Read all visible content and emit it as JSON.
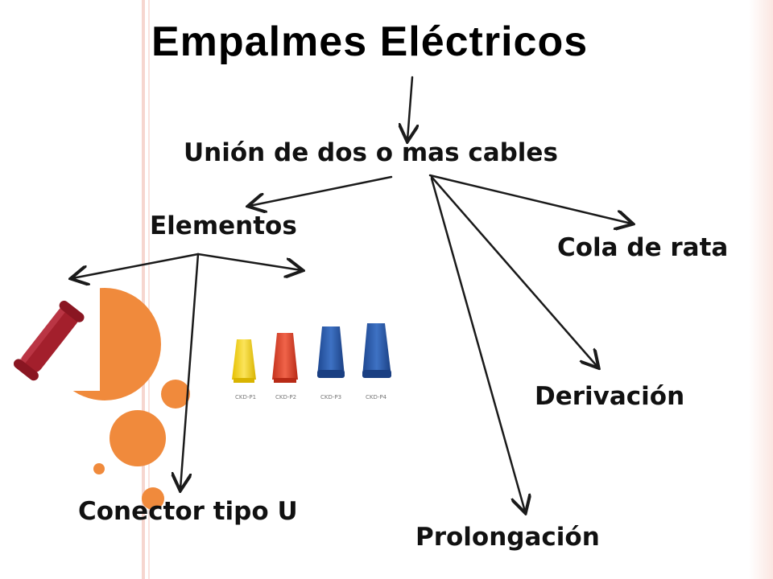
{
  "title": "Empalmes Eléctricos",
  "root_label": "Unión de dos  o mas cables",
  "branches": {
    "elementos": "Elementos",
    "cola_de_rata": "Cola de rata",
    "derivacion": "Derivación",
    "prolongacion": "Prolongación",
    "conector_tipo_u": "Conector tipo U"
  },
  "wire_nut_captions": [
    "CKD-P1",
    "CKD-P2",
    "CKD-P3",
    "CKD-P4"
  ],
  "colors": {
    "accent_orange": "#f08a3c",
    "stripe_pink": "#f6d6cf",
    "arrow": "#1a1a1a",
    "connector_red": "#a31f2c",
    "nut_yellow": "#f2d21b",
    "nut_red": "#e0452c",
    "nut_blue": "#2a59a8"
  },
  "icons": [
    "butt-connector-photo",
    "wire-nut-connectors-photo"
  ]
}
